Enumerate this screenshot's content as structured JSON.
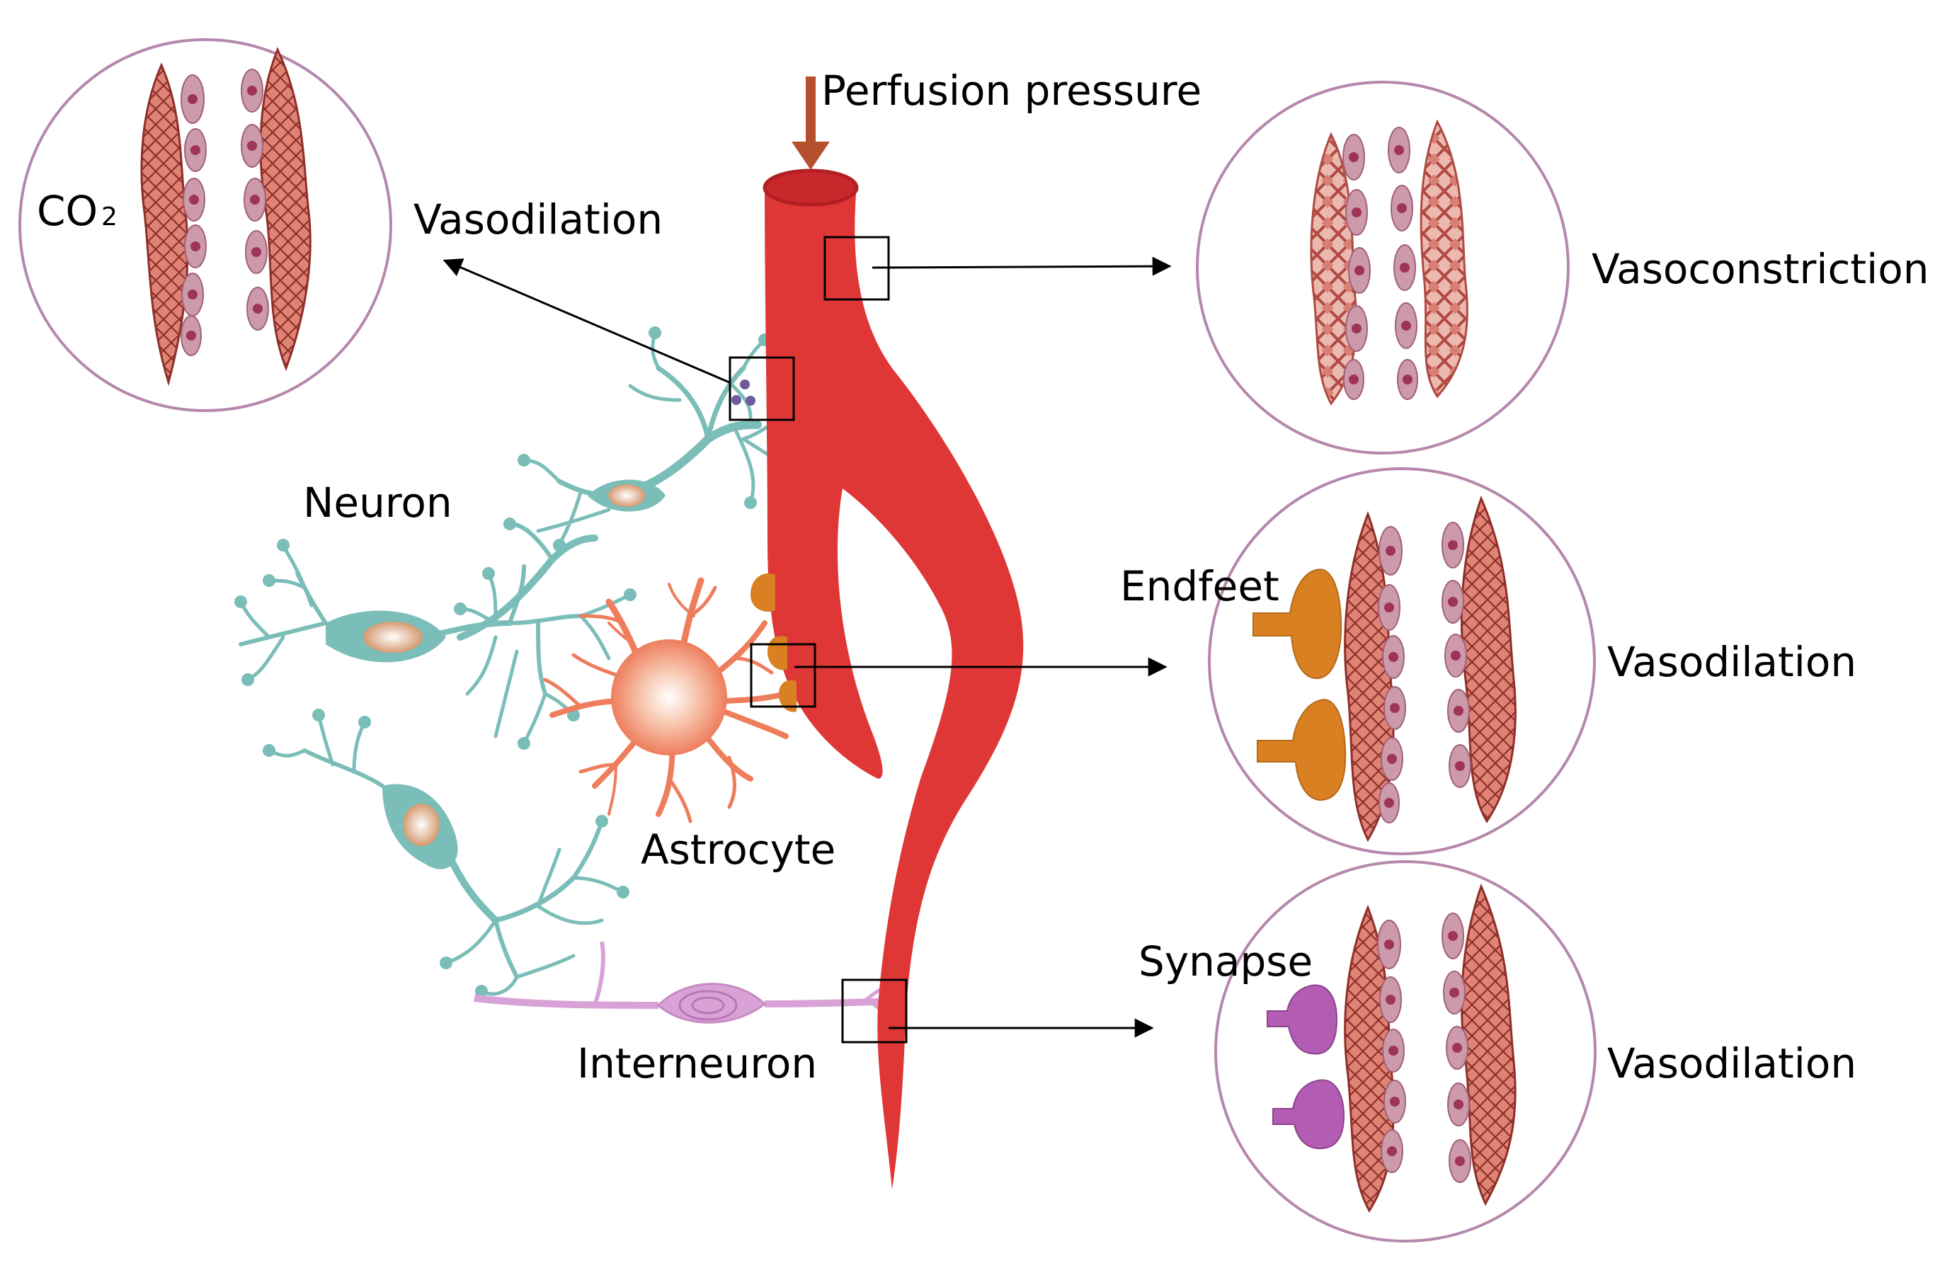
{
  "labels": {
    "perfusion_pressure": "Perfusion pressure",
    "co2_main": "CO",
    "co2_sub": "2",
    "vasodilation_top": "Vasodilation",
    "vasoconstriction": "Vasoconstriction",
    "neuron": "Neuron",
    "endfeet": "Endfeet",
    "vasodilation_mid": "Vasodilation",
    "astrocyte": "Astrocyte",
    "synapse": "Synapse",
    "vasodilation_bottom": "Vasodilation",
    "interneuron": "Interneuron"
  },
  "colors": {
    "vessel": "#df3636",
    "vessel_dark": "#b82828",
    "pressure_arrow": "#b5502e",
    "neuron": "#7bbdb8",
    "astrocyte": "#ee7d5c",
    "endfeet": "#d98022",
    "synapse": "#b35cb3",
    "interneuron": "#d9a2d6",
    "muscle": "#d97a6c",
    "muscle_line": "#8e2f2a",
    "endothelial": "#cc9aaa",
    "nucleus": "#9e3456",
    "circle_border": "#b587ad",
    "vesicle": "#6e5a9c"
  }
}
